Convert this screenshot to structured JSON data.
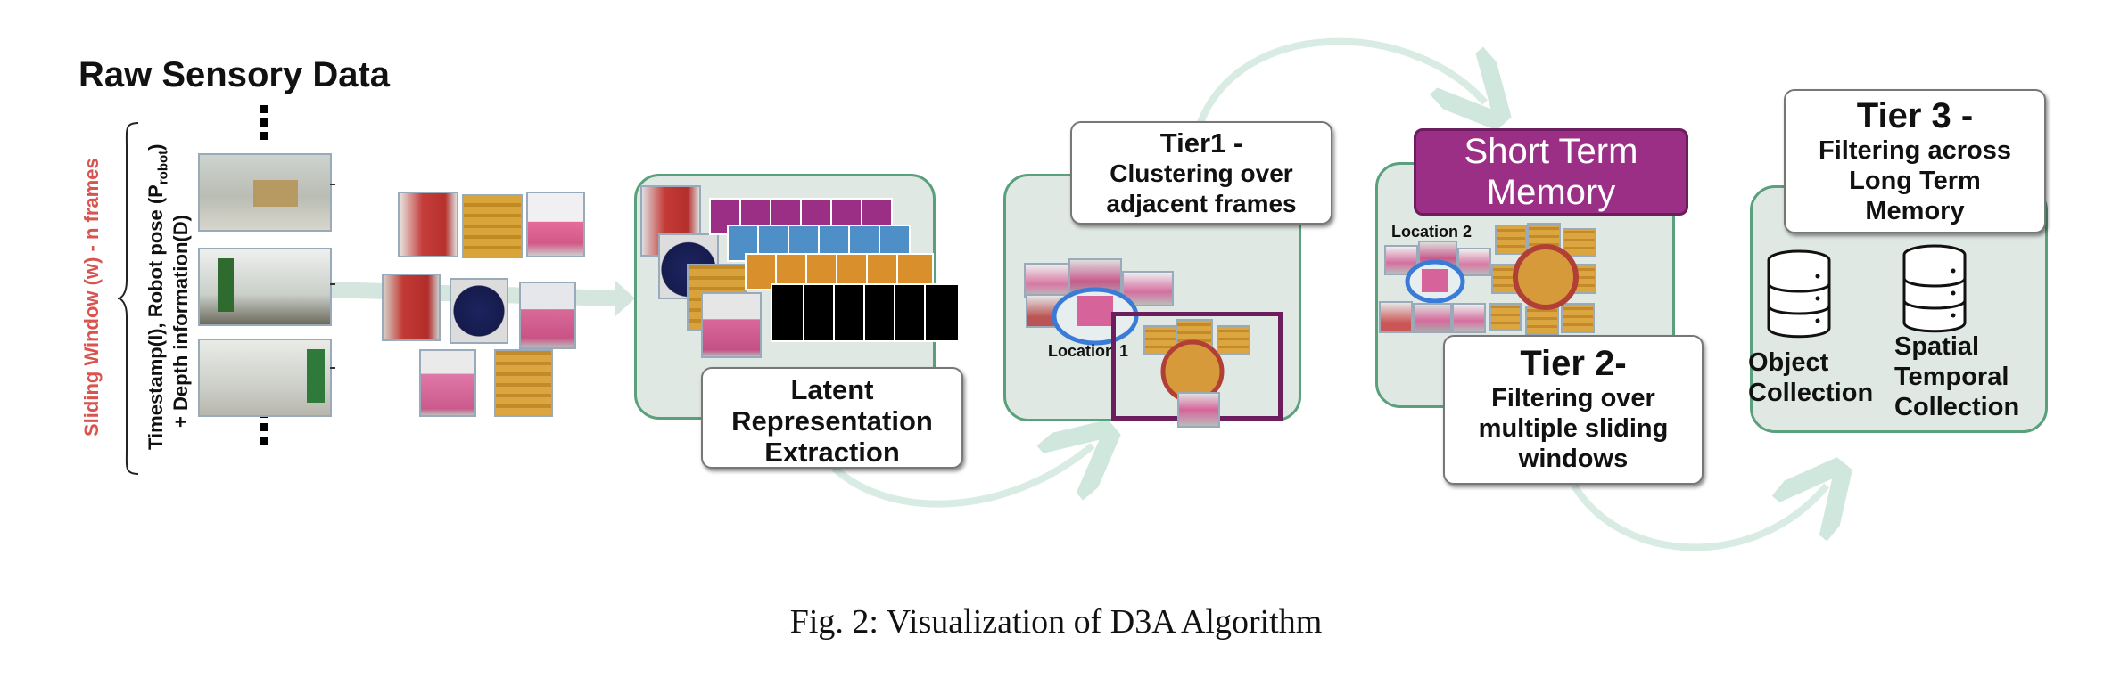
{
  "raw": {
    "title": "Raw Sensory Data",
    "sliding_window": "Sliding Window (w) - n frames",
    "meta_line1": "Timestamp(I), Robot pose (P",
    "meta_sub": "robot",
    "meta_line1_end": ")",
    "meta_line2": "+ Depth information(D)"
  },
  "latent": {
    "label_l1": "Latent",
    "label_l2": "Representation",
    "label_l3": "Extraction"
  },
  "tier1": {
    "title_l1": "Tier1 -",
    "title_l2": "Clustering over",
    "title_l3": "adjacent frames",
    "location": "Location 1"
  },
  "stm": {
    "label_l1": "Short Term",
    "label_l2": "Memory",
    "color": "#9b2f86"
  },
  "tier2": {
    "title_l1": "Tier 2-",
    "title_l2": "Filtering over",
    "title_l3": "multiple sliding",
    "title_l4": "windows",
    "location": "Location 2"
  },
  "tier3": {
    "title_l1": "Tier 3 -",
    "title_l2": "Filtering across",
    "title_l3": "Long Term",
    "title_l4": "Memory",
    "db1_l1": "Object",
    "db1_l2": "Collection",
    "db2_l1": "Spatial",
    "db2_l2": "Temporal",
    "db2_l3": "Collection",
    "db_icon": "database-icon"
  },
  "caption": "Fig. 2: Visualization of D3A Algorithm",
  "colors": {
    "panel": "#dfe8e3",
    "panel_border": "#5aa07c",
    "magenta": "#9b2f86",
    "blue": "#4f8fc7",
    "orange": "#d9902c",
    "black": "#000000",
    "red_label": "#d9534f",
    "cluster_blue": "#3b7bd8",
    "cluster_purple": "#6b1d5e"
  }
}
